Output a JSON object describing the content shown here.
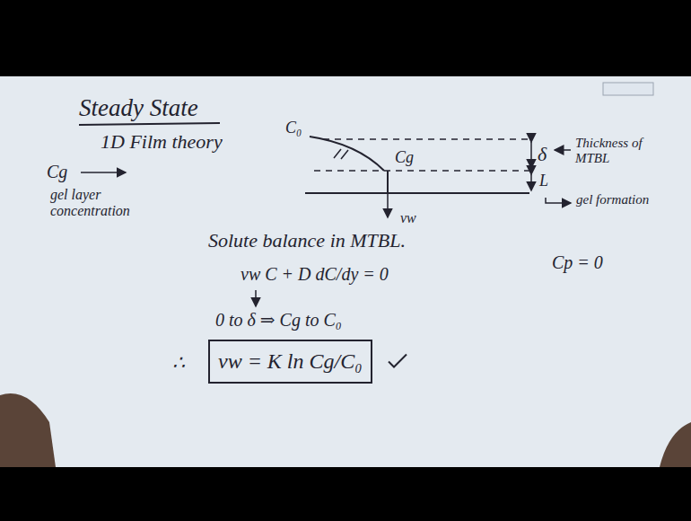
{
  "diagram": {
    "nodes": [
      {
        "text": [
          "vw = K ln Cg/C₀"
        ]
      }
    ],
    "labels": [
      "Steady State",
      "1D Film theory",
      "C₀",
      "Cg",
      "δ",
      "Thickness of MTBL",
      "L",
      "gel formation",
      "Cg",
      "gel layer concentration",
      "vw",
      "Solute balance in MTBL.",
      "Cp = 0",
      "vw C + D dC/dy = 0",
      "0 to δ ⇒ Cg to C₀",
      "∴"
    ]
  }
}
